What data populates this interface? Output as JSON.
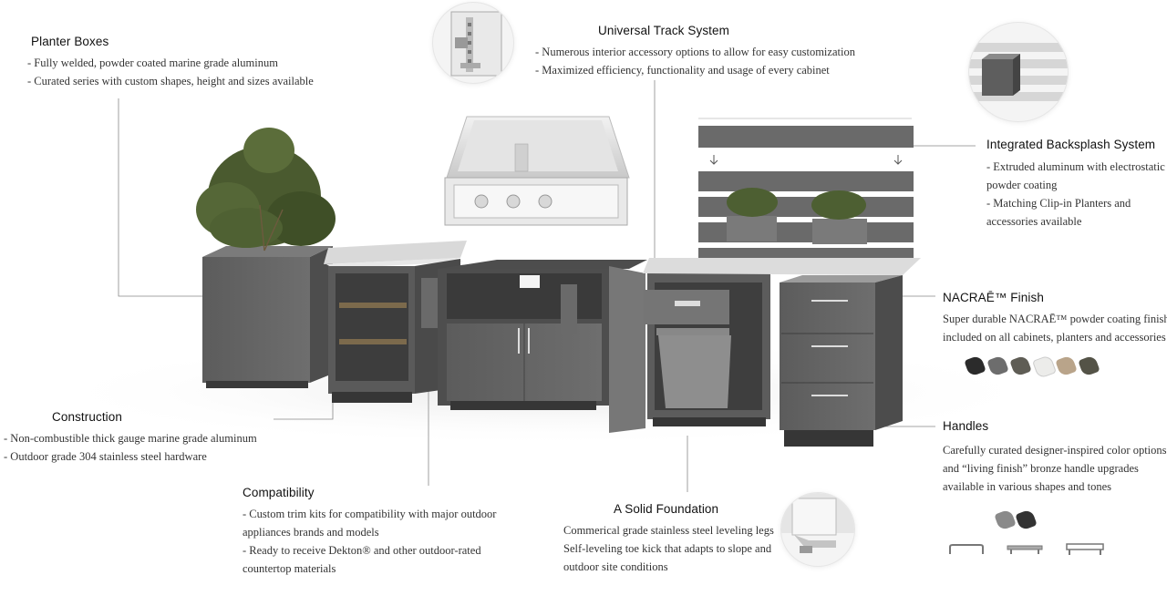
{
  "callouts": {
    "planter": {
      "title": "Planter Boxes",
      "lines": [
        "- Fully welded, powder coated marine grade aluminum",
        "- Curated series with custom shapes, height and sizes available"
      ]
    },
    "track": {
      "title": "Universal Track System",
      "lines": [
        "- Numerous interior accessory options to allow for easy customization",
        "- Maximized efficiency, functionality and usage of every cabinet"
      ]
    },
    "backsplash": {
      "title": "Integrated Backsplash System",
      "lines": [
        "- Extruded aluminum with electrostatic",
        "powder coating",
        "- Matching Clip-in Planters and",
        "accessories available"
      ]
    },
    "nacre": {
      "title": "NACRAĒ™ Finish",
      "lines": [
        "Super durable NACRAĒ™ powder coating finish",
        "included on all cabinets, planters and accessories"
      ],
      "swatches": [
        "#2b2b2b",
        "#6d6d6d",
        "#5f5d55",
        "#ececea",
        "#b9a48a",
        "#545347"
      ]
    },
    "construction": {
      "title": "Construction",
      "lines": [
        "- Non-combustible thick gauge marine grade aluminum",
        "- Outdoor grade 304 stainless steel hardware"
      ]
    },
    "compatibility": {
      "title": "Compatibility",
      "lines": [
        "- Custom trim kits for compatibility with major outdoor",
        "appliances brands and models",
        "- Ready to receive Dekton® and other outdoor-rated",
        "countertop materials"
      ]
    },
    "foundation": {
      "title": "A Solid Foundation",
      "lines": [
        "Commerical grade stainless steel leveling legs",
        "Self-leveling toe kick that adapts to slope and",
        "outdoor site conditions"
      ]
    },
    "handles": {
      "title": "Handles",
      "lines": [
        "Carefully curated designer-inspired color options",
        "and “living finish” bronze handle upgrades",
        "available in various shapes and tones"
      ],
      "swatches": [
        "#8a8a8a",
        "#333333"
      ]
    }
  }
}
